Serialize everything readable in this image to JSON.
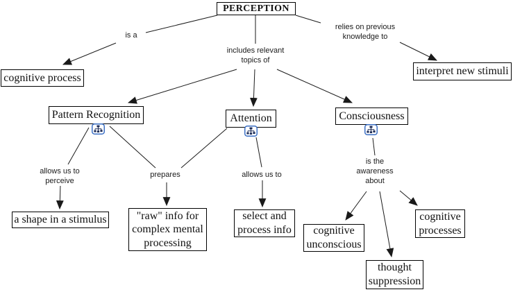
{
  "diagram": {
    "type": "concept-map",
    "root": "PERCEPTION",
    "colors": {
      "background": "#ffffff",
      "line": "#1a1a1a",
      "box_border": "#000000",
      "box_fill": "#ffffff",
      "icon_border": "#3b6fc4",
      "icon_glyph": "#1b2a55"
    }
  },
  "concepts": {
    "perception": "PERCEPTION",
    "cognitive_process": "cognitive process",
    "interpret_new_stimuli": "interpret new stimuli",
    "pattern_recognition": "Pattern Recognition",
    "attention": "Attention",
    "consciousness": "Consciousness",
    "a_shape_in_a_stimulus": "a shape in a stimulus",
    "raw_info": "\"raw\" info for complex mental processing",
    "select_and_process_info": "select and process info",
    "cognitive_unconscious": "cognitive unconscious",
    "thought_suppression": "thought suppression",
    "cognitive_processes": "cognitive processes"
  },
  "links": [
    {
      "label": "is a",
      "from": "perception",
      "to": [
        "cognitive_process"
      ]
    },
    {
      "label": "includes relevant topics of",
      "from": "perception",
      "to": [
        "pattern_recognition",
        "attention",
        "consciousness"
      ]
    },
    {
      "label": "relies on previous knowledge to",
      "from": "perception",
      "to": [
        "interpret_new_stimuli"
      ]
    },
    {
      "label": "allows us to perceive",
      "from": "pattern_recognition",
      "to": [
        "a_shape_in_a_stimulus"
      ]
    },
    {
      "label": "prepares",
      "from": "pattern_recognition, attention",
      "to": [
        "raw_info"
      ]
    },
    {
      "label": "allows us to",
      "from": "attention",
      "to": [
        "select_and_process_info"
      ]
    },
    {
      "label": "is the awareness about",
      "from": "consciousness",
      "to": [
        "cognitive_unconscious",
        "thought_suppression",
        "cognitive_processes"
      ]
    }
  ],
  "icons": {
    "resource_icon": "cmap-resource-icon"
  }
}
